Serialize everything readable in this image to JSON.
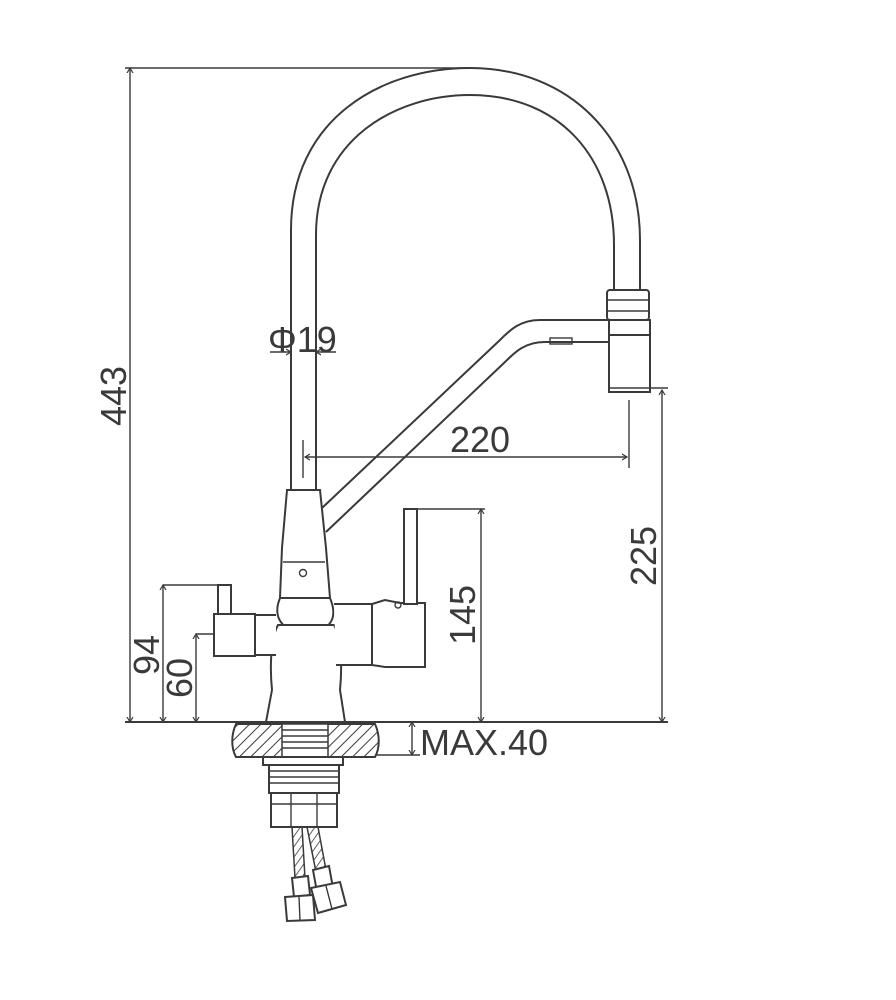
{
  "dimensions": {
    "overall_height": "443",
    "spout_diameter": "Φ19",
    "spout_reach": "220",
    "spout_outlet_height": "225",
    "handle_height": "145",
    "left_handle_height": "94",
    "left_inlet_height": "60",
    "max_deck_thickness": "MAX.40"
  },
  "colors": {
    "line": "#3a3a3a",
    "hatch": "#3a3a3a",
    "background": "#ffffff"
  }
}
